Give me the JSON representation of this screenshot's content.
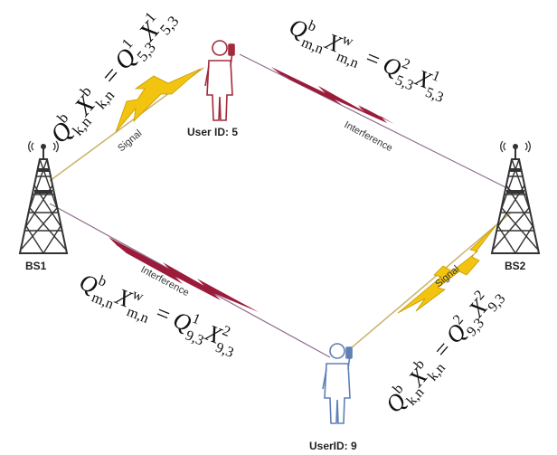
{
  "nodes": {
    "bs1": {
      "label": "BS1"
    },
    "bs2": {
      "label": "BS2"
    },
    "user5": {
      "label": "User ID: 5"
    },
    "user9": {
      "label": "UserID: 9"
    }
  },
  "links": {
    "signal_label": "Signal",
    "interference_label": "Interference"
  },
  "equations": {
    "top_left": {
      "lhs_base": "Q",
      "lhs_sub": "k,n",
      "lhs_sup": "b",
      "lhs_base2": "X",
      "lhs_sub2": "k,n",
      "lhs_sup2": "b",
      "rhs_base": "Q",
      "rhs_sub": "5,3",
      "rhs_sup": "1",
      "rhs_base2": "X",
      "rhs_sub2": "5,3",
      "rhs_sup2": "1"
    },
    "top_right": {
      "lhs_base": "Q",
      "lhs_sub": "m,n",
      "lhs_sup": "b",
      "lhs_base2": "X",
      "lhs_sub2": "m,n",
      "lhs_sup2": "w",
      "rhs_base": "Q",
      "rhs_sub": "5,3",
      "rhs_sup": "2",
      "rhs_base2": "X",
      "rhs_sub2": "5,3",
      "rhs_sup2": "1"
    },
    "bottom_left": {
      "lhs_base": "Q",
      "lhs_sub": "m,n",
      "lhs_sup": "b",
      "lhs_base2": "X",
      "lhs_sub2": "m,n",
      "lhs_sup2": "w",
      "rhs_base": "Q",
      "rhs_sub": "9,3",
      "rhs_sup": "1",
      "rhs_base2": "X",
      "rhs_sub2": "9,3",
      "rhs_sup2": "2"
    },
    "bottom_right": {
      "lhs_base": "Q",
      "lhs_sub": "k,n",
      "lhs_sup": "b",
      "lhs_base2": "X",
      "lhs_sub2": "k,n",
      "lhs_sup2": "b",
      "rhs_base": "Q",
      "rhs_sub": "9,3",
      "rhs_sup": "2",
      "rhs_base2": "X",
      "rhs_sub2": "9,3",
      "rhs_sup2": "2"
    }
  },
  "colors": {
    "signal": "#f2c40f",
    "interference": "#9b1b3a",
    "user5": "#a32a3a",
    "user9": "#5f7fb5",
    "tower": "#333333"
  }
}
